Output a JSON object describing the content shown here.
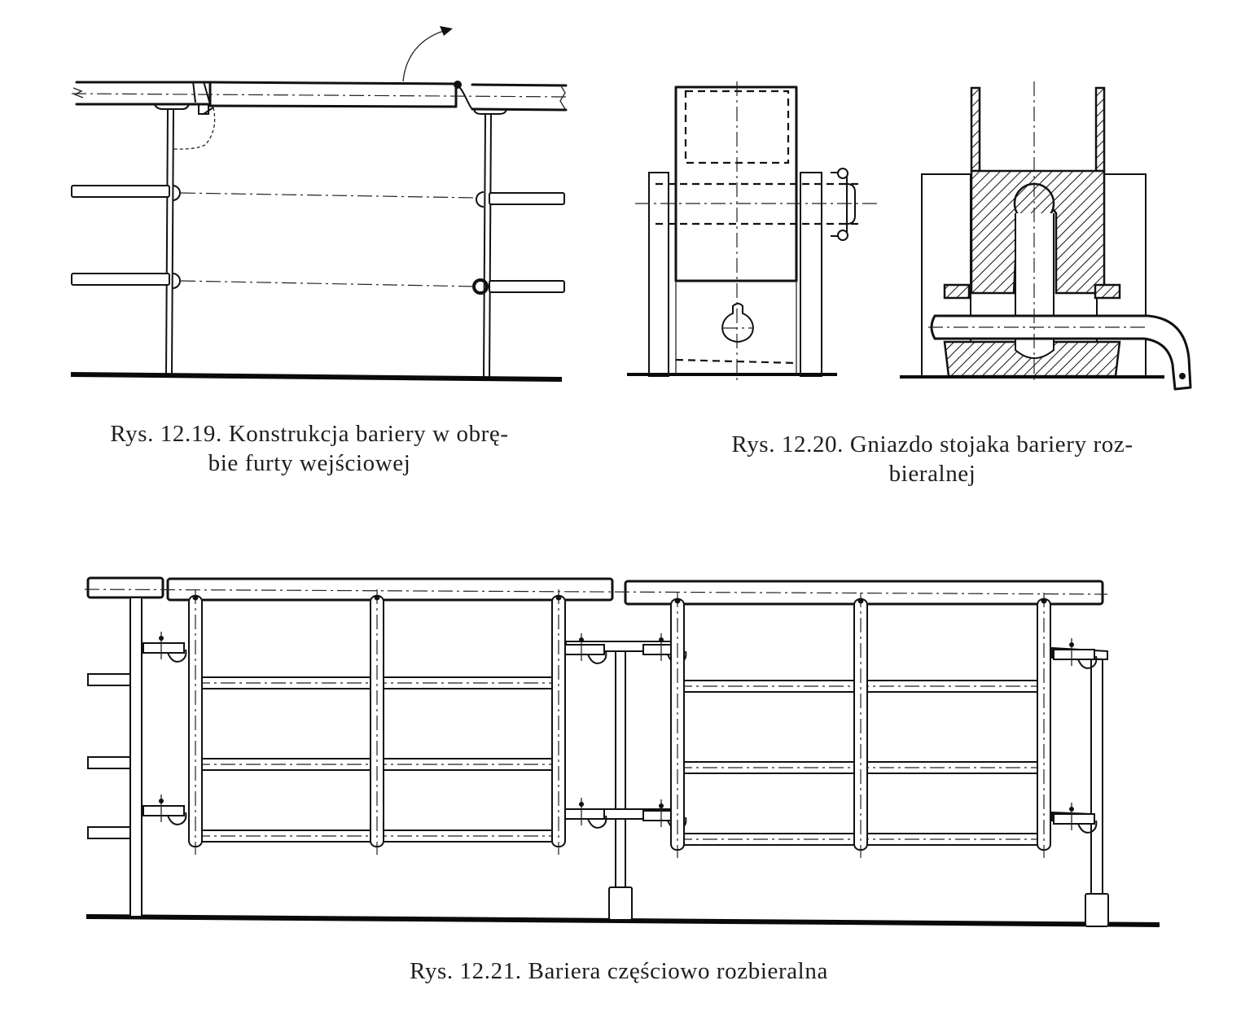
{
  "page": {
    "language": "pl",
    "figures": [
      {
        "id": "fig-12-19",
        "caption_line1": "Rys. 12.19. Konstrukcja bariery w obrę-",
        "caption_line2": "bie furty wejściowej",
        "subject": "barrier construction at entrance gate (side elevation, hinged top rail with chain)"
      },
      {
        "id": "fig-12-20",
        "caption_line1": "Rys. 12.20. Gniazdo stojaka bariery roz-",
        "caption_line2": "bieralnej",
        "subject": "socket of removable barrier stanchion (front view and section)"
      },
      {
        "id": "fig-12-21",
        "caption_line1": "Rys. 12.21. Bariera częściowo rozbieralna",
        "subject": "partially removable barrier (elevation with two framed panels)"
      }
    ]
  }
}
